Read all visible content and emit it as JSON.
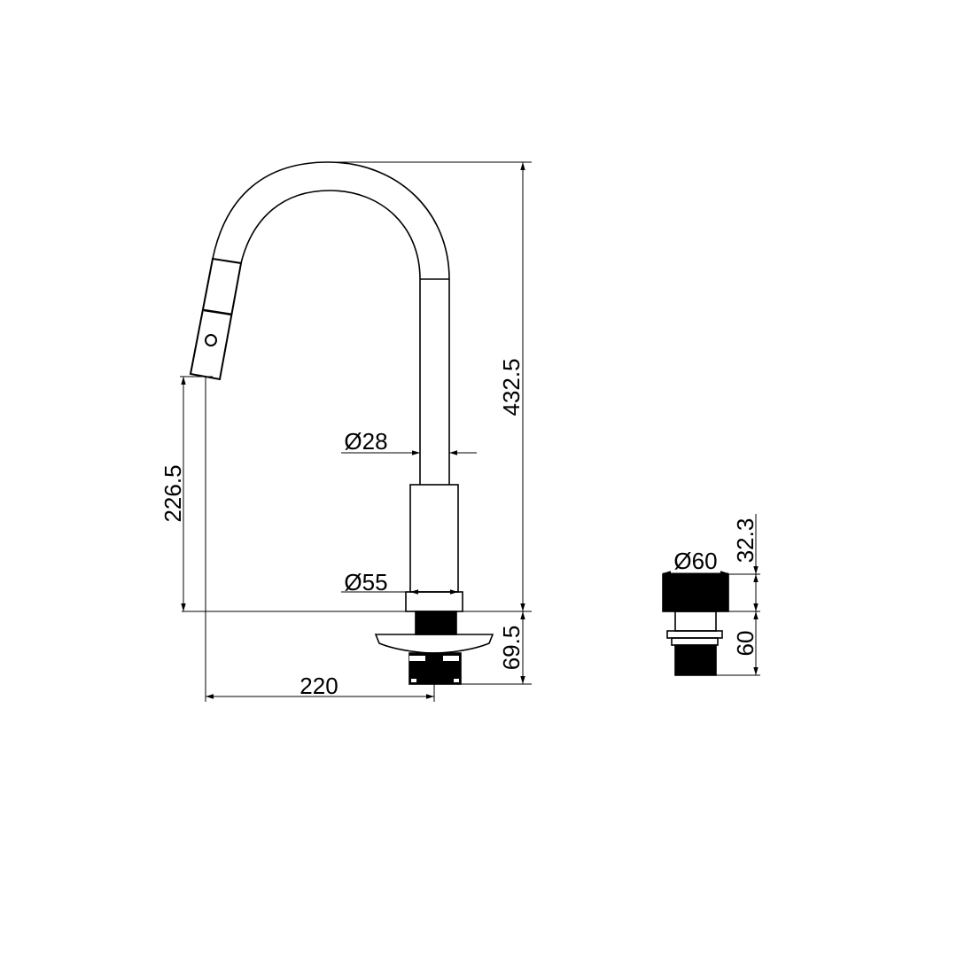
{
  "colors": {
    "line": "#000000",
    "background": "#ffffff"
  },
  "dimensions": {
    "total_height": "432.5",
    "spout_outlet_height": "226.5",
    "spout_pipe_diameter": "Ø28",
    "body_diameter": "Ø55",
    "below_deck_length": "69.5",
    "spout_reach": "220",
    "accessory_diameter": "Ø60",
    "accessory_height": "32.3",
    "accessory_shank_length": "60"
  }
}
